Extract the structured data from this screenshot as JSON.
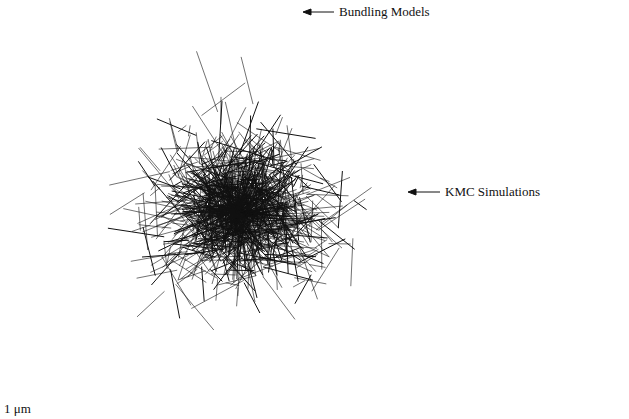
{
  "diagram": {
    "labels": [
      "Bundling Models",
      "KMC Simulations",
      "1 μm"
    ]
  }
}
